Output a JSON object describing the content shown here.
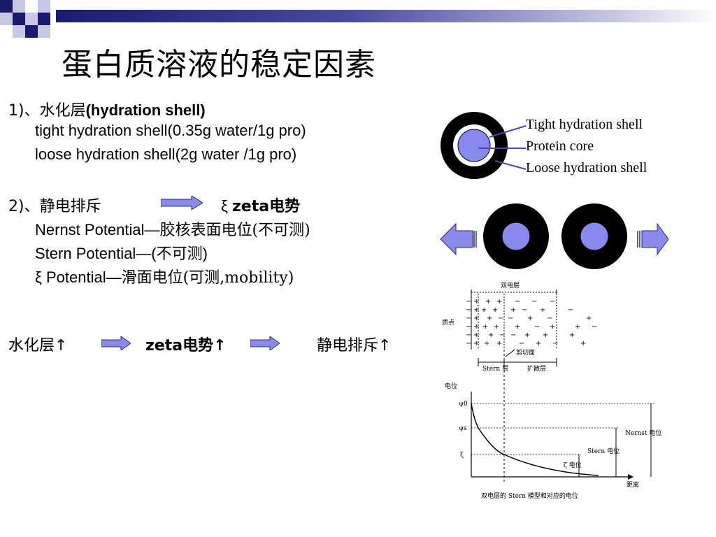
{
  "slide": {
    "title": "蛋白质溶液的稳定因素",
    "section1": {
      "label_prefix": "1)、水化层",
      "label_bold": "(hydration shell)",
      "line1": "tight hydration shell(0.35g water/1g pro)",
      "line2": "loose hydration shell(2g water /1g pro)"
    },
    "section2": {
      "label": "2)、静电排斥",
      "arrow_target_symbol": "ξ",
      "arrow_target_bold": "zeta电势",
      "line1_a": "Nernst Potential—",
      "line1_b": "胶核表面电位",
      "line1_c": "(不可测)",
      "line2_a": "Stern Potential—(",
      "line2_b": "不可测",
      "line2_c": ")",
      "line3_a": "ξ Potential—",
      "line3_b": "滑面电位",
      "line3_c": "(可测,mobility)"
    },
    "chain": {
      "item1": "水化层↑",
      "item2": "zeta电势↑",
      "item3": "静电排斥↑"
    },
    "hydration_legend": {
      "tight": "Tight hydration shell",
      "core": "Protein core",
      "loose": "Loose hydration shell"
    },
    "double_layer_diagram": {
      "top_label": "双电层",
      "particle_label": "质点",
      "shear_label": "剪切面",
      "stern_layer": "Stern 层",
      "diffuse_layer": "扩散层",
      "potential_axis": "电位",
      "distance_axis": "距离",
      "psi0": "ψ0",
      "psis": "ψs",
      "zeta": "ξ",
      "nernst_label": "Nernst 电位",
      "stern_potential_label": "Stern 电位",
      "zeta_potential_label": "ζ 电位",
      "caption": "双电层的 Stern 模型和对应的电位"
    }
  },
  "colors": {
    "dark_blue": "#1a1a6e",
    "core_fill": "#8888ee",
    "arrow_fill": "#8a8ae8"
  }
}
